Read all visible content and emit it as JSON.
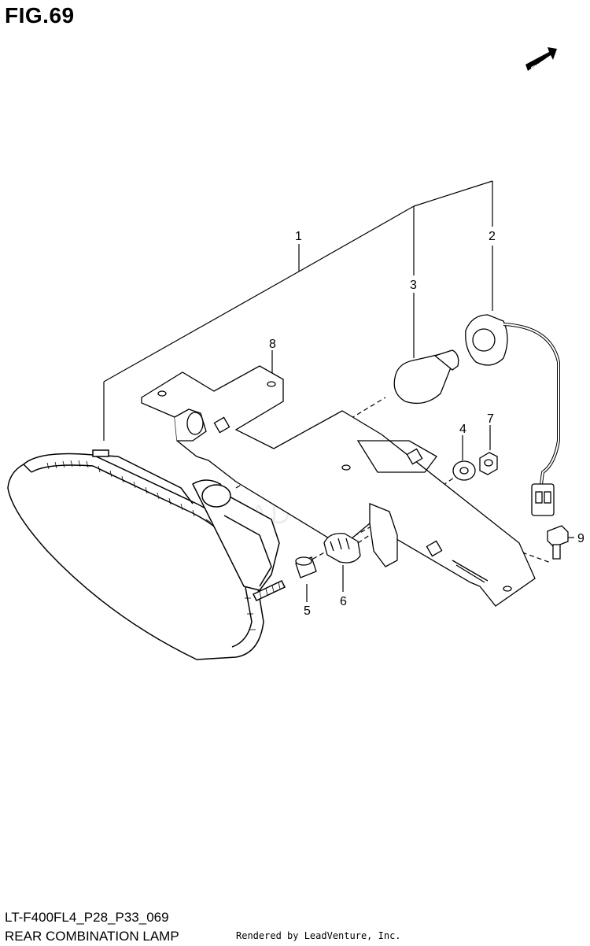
{
  "figure": {
    "title": "FIG.69",
    "code": "LT-F400FL4_P28_P33_069",
    "name": "REAR COMBINATION LAMP",
    "credit": "Rendered by LeadVenture, Inc."
  },
  "direction_badge": {
    "label": "FWD"
  },
  "watermark": {
    "text": "LEADVENTURE"
  },
  "callouts": [
    {
      "num": "1"
    },
    {
      "num": "2"
    },
    {
      "num": "3"
    },
    {
      "num": "4"
    },
    {
      "num": "5"
    },
    {
      "num": "6"
    },
    {
      "num": "7"
    },
    {
      "num": "8"
    },
    {
      "num": "9"
    }
  ]
}
